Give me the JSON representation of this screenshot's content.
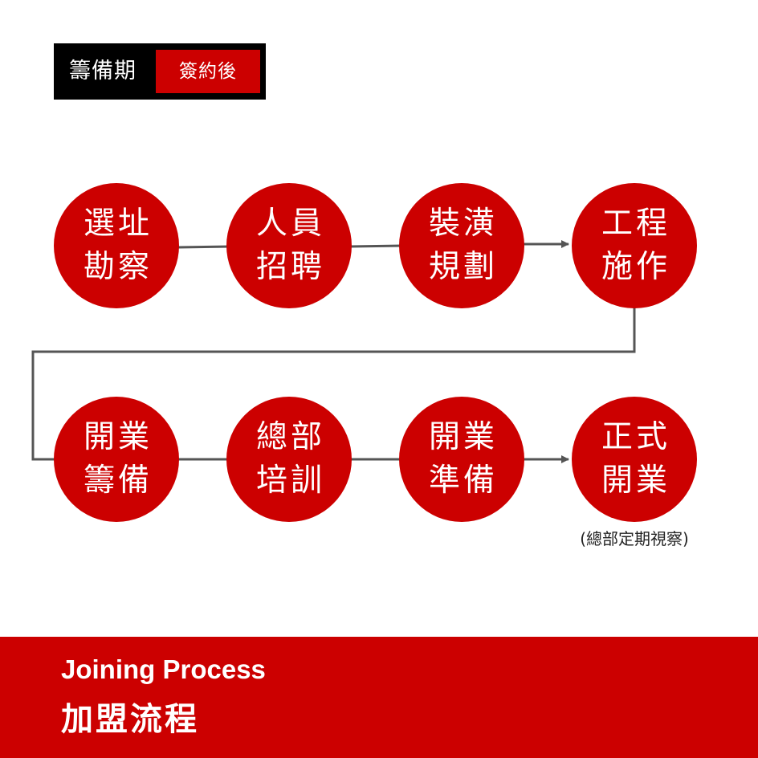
{
  "legend": {
    "phase_left": "籌備期",
    "phase_right": "簽約後"
  },
  "steps": [
    {
      "line1": "選址",
      "line2": "勘察"
    },
    {
      "line1": "人員",
      "line2": "招聘"
    },
    {
      "line1": "裝潢",
      "line2": "規劃"
    },
    {
      "line1": "工程",
      "line2": "施作"
    },
    {
      "line1": "開業",
      "line2": "籌備"
    },
    {
      "line1": "總部",
      "line2": "培訓"
    },
    {
      "line1": "開業",
      "line2": "準備"
    },
    {
      "line1": "正式",
      "line2": "開業"
    }
  ],
  "note": "(總部定期視察)",
  "banner": {
    "subtitle": "Joining Process",
    "title": "加盟流程"
  },
  "colors": {
    "accent": "#cc0000",
    "tag_background": "#000000",
    "connector": "#555555"
  }
}
